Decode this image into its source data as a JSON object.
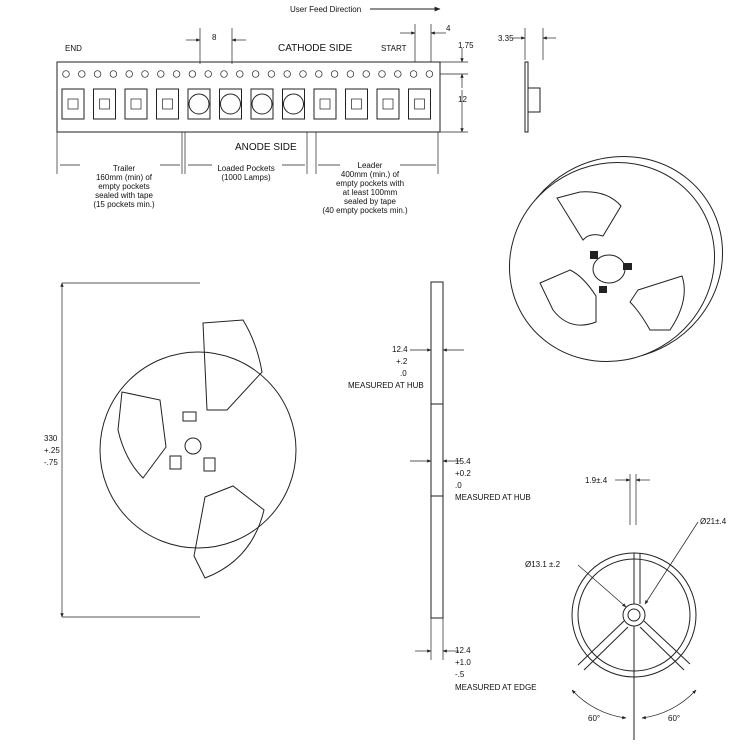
{
  "tape": {
    "feed_direction": "User Feed Direction",
    "end_label": "END",
    "cathode_side": "CATHODE SIDE",
    "start_label": "START",
    "anode_side": "ANODE SIDE",
    "dim_pitch": "8",
    "dim_hole_pitch": "4",
    "dim_hole_edge": "1.75",
    "dim_width": "12",
    "dim_thickness": "3.35",
    "trailer": [
      "Trailer",
      "160mm (min) of",
      "empty pockets",
      "sealed with tape",
      "(15 pockets min.)"
    ],
    "loaded": [
      "Loaded Pockets",
      "(1000 Lamps)"
    ],
    "leader": [
      "Leader",
      "400mm (min.) of",
      "empty pockets with",
      "at least 100mm",
      "sealed by tape",
      "(40 empty pockets min.)"
    ]
  },
  "reel": {
    "diameter": [
      "330",
      "+.25",
      "-.75"
    ],
    "hub_width_1": [
      "12.4",
      "+.2",
      ".0",
      "MEASURED AT HUB"
    ],
    "hub_width_2": [
      "15.4",
      "+0.2",
      ".0",
      "MEASURED AT HUB"
    ],
    "edge_width": [
      "12.4",
      "+1.0",
      "-.5",
      "MEASURED AT EDGE"
    ],
    "slot_width": "1.9±.4",
    "dia_21": "Ø21±.4",
    "dia_13": "Ø13.1 ±.2",
    "angle_left": "60°",
    "angle_right": "60°"
  }
}
